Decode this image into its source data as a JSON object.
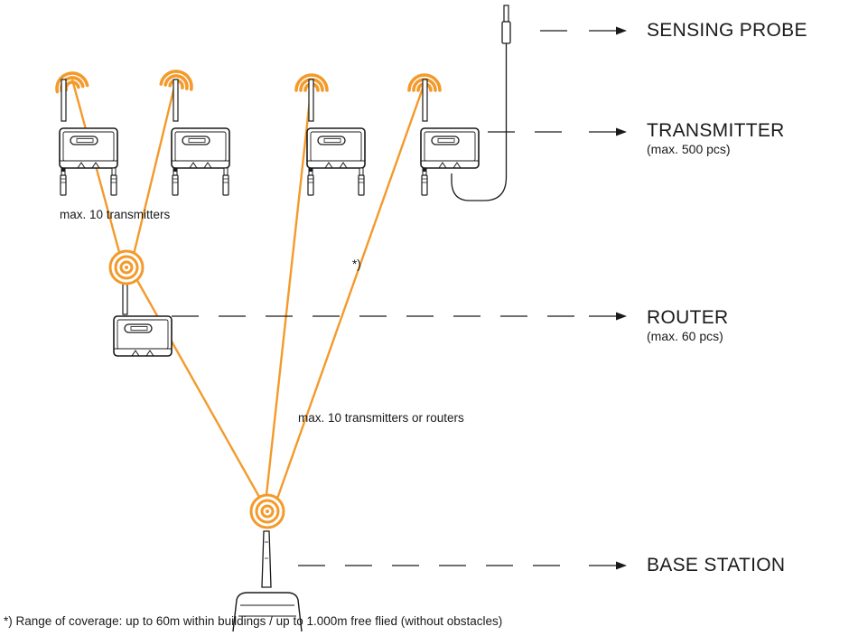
{
  "labels": {
    "sensing_probe": "SENSING PROBE",
    "transmitter": "TRANSMITTER",
    "transmitter_max": "(max. 500 pcs)",
    "router": "ROUTER",
    "router_max": "(max. 60 pcs)",
    "base_station": "BASE STATION"
  },
  "annotations": {
    "max_transmitters": "max. 10 transmitters",
    "max_transmitters_or_routers": "max. 10 transmitters or routers",
    "asterisk": "*)",
    "footnote": "*) Range of coverage: up to 60m within buildings / up to 1.000m free flied (without obstacles)"
  },
  "colors": {
    "accent": "#F39A2B",
    "line": "#1a1a1a",
    "device_fill": "#ffffff"
  }
}
